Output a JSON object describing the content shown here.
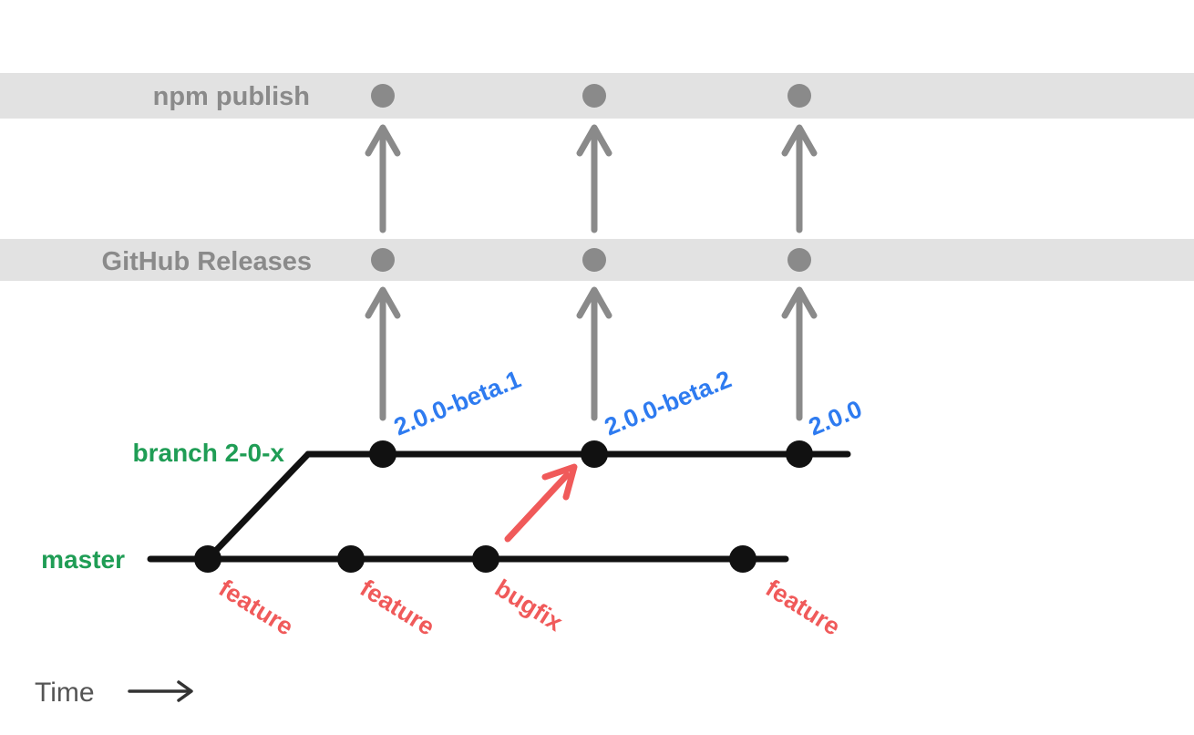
{
  "diagram": {
    "rows": {
      "npm": {
        "label": "npm publish"
      },
      "github": {
        "label": "GitHub Releases"
      },
      "branch": {
        "label": "branch 2-0-x"
      },
      "master": {
        "label": "master"
      }
    },
    "release_tags": [
      {
        "label": "2.0.0-beta.1"
      },
      {
        "label": "2.0.0-beta.2"
      },
      {
        "label": "2.0.0"
      }
    ],
    "master_commit_labels": [
      {
        "label": "feature"
      },
      {
        "label": "feature"
      },
      {
        "label": "bugfix"
      },
      {
        "label": "feature"
      }
    ],
    "axis": {
      "time_label": "Time"
    },
    "colors": {
      "band_background": "#e2e2e2",
      "band_text": "#8a8a8a",
      "release_dot": "#8a8a8a",
      "arrow_gray": "#8a8a8a",
      "branch_label_green": "#1f9d55",
      "tag_blue": "#2e7bf0",
      "commit_label_red": "#f05a5a",
      "line_black": "#111111"
    }
  }
}
